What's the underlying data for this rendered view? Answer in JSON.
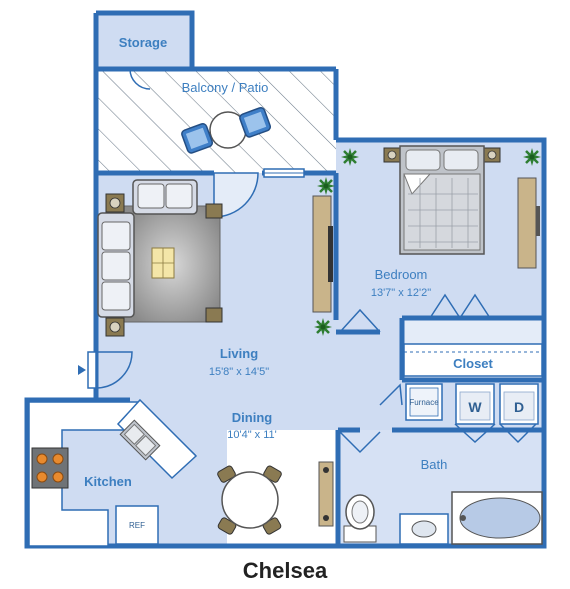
{
  "plan_name": "Chelsea",
  "rooms": {
    "storage": {
      "label": "Storage"
    },
    "balcony": {
      "label": "Balcony / Patio"
    },
    "bedroom": {
      "label": "Bedroom",
      "dimensions": "13'7\" x 12'2\""
    },
    "closet": {
      "label": "Closet"
    },
    "living": {
      "label": "Living",
      "dimensions": "15'8\" x 14'5\""
    },
    "dining": {
      "label": "Dining",
      "dimensions": "10'4\" x 11'"
    },
    "kitchen": {
      "label": "Kitchen"
    },
    "bath": {
      "label": "Bath"
    }
  },
  "appliances": {
    "furnace": "Furnace",
    "washer": "W",
    "dryer": "D",
    "ref": "REF"
  },
  "colors": {
    "wall": "#2f6db4",
    "floor": "#cfdcf2",
    "floor_light": "#e4ecf8",
    "label": "#3d7fc0",
    "plant": "#2e7d32",
    "wood": "#c9b48a"
  }
}
